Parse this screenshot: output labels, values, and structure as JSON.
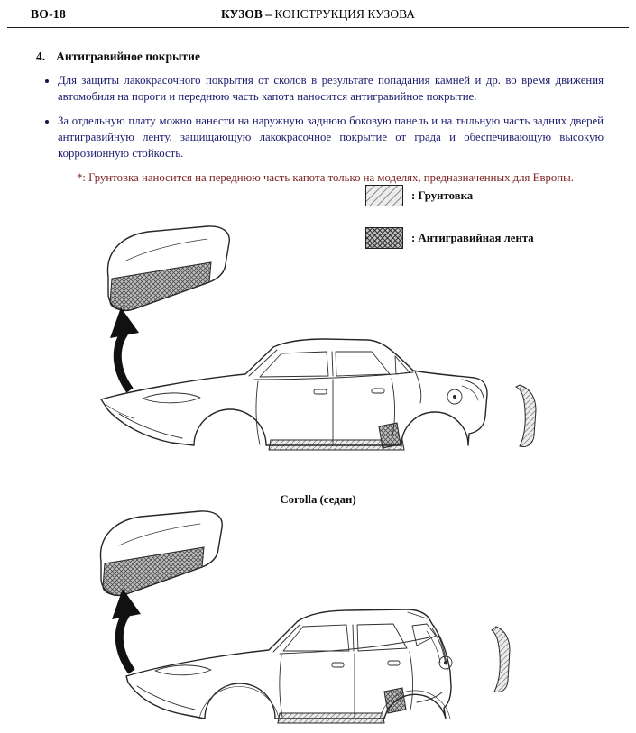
{
  "header": {
    "page_code": "BO-18",
    "title_bold": "КУЗОВ – ",
    "title_rest": "КОНСТРУКЦИЯ КУЗОВА"
  },
  "section": {
    "number": "4.",
    "title": "Антигравийное покрытие"
  },
  "bullets": [
    "Для защиты лакокрасочного покрытия от сколов в результате попадания камней и др. во время движения автомобиля на пороги и переднюю часть капота наносится антигравийное покрытие.",
    "За отдельную плату можно нанести на наружную заднюю боковую панель и на тыльную часть задних дверей антигравийную ленту, защищающую лакокрасочное покрытие от града и обеспечивающую высокую коррозионную стойкость."
  ],
  "footnote": "*: Грунтовка наносится на переднюю часть капота только на моделях, предназначенных для Европы.",
  "legend": {
    "primer": {
      "label": ": Грунтовка"
    },
    "tape": {
      "label": ": Антигравийная лента"
    }
  },
  "figures": {
    "sedan_caption": "Corolla (седан)"
  },
  "colors": {
    "body_text": "#1b1b6e",
    "footnote_text": "#7a2020",
    "heading_text": "#0d0d0d",
    "line_art": "#262626",
    "hatch_light": "#ececec",
    "hatch_dark": "#bdbdbd"
  }
}
